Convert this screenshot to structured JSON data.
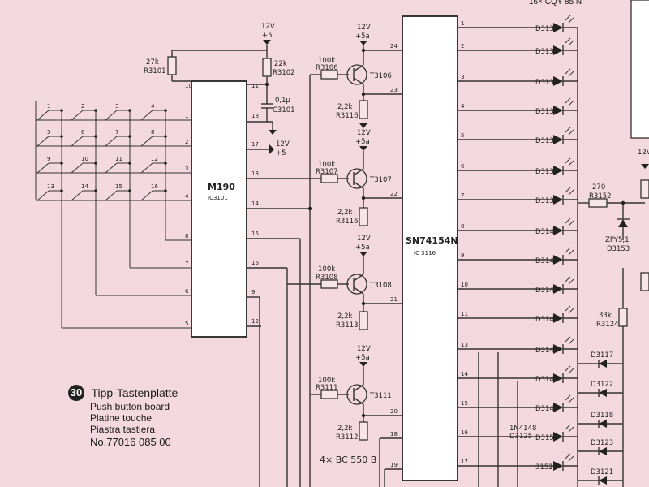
{
  "caption": {
    "number": "30",
    "title": "Tipp-Tastenplatte",
    "en": "Push button board",
    "fr": "Platine touche",
    "it": "Piastra tastiera",
    "part_no": "No.77016 085 00"
  },
  "transistor_note": "4× BC 550 B",
  "led_header": "16× CQY 85 N",
  "supply": {
    "v12": "12V",
    "p5": "+5",
    "p5a": "+5a"
  },
  "ic": {
    "m190_name": "M190",
    "m190_ref": "IC3101",
    "decoder_name": "SN74154N",
    "decoder_ref": "IC 3116"
  },
  "m190_pins": [
    "10",
    "1",
    "2",
    "3",
    "4",
    "8",
    "7",
    "6",
    "5",
    "11",
    "18",
    "17",
    "13",
    "14",
    "15",
    "16",
    "9",
    "12"
  ],
  "decoder_in_pins": [
    "24",
    "23",
    "22",
    "21",
    "20",
    "18",
    "19"
  ],
  "decoder_out_pins": [
    "1",
    "2",
    "3",
    "4",
    "5",
    "6",
    "7",
    "8",
    "9",
    "10",
    "11",
    "13",
    "14",
    "15",
    "16",
    "17"
  ],
  "keys": [
    "1",
    "2",
    "3",
    "4",
    "5",
    "6",
    "7",
    "8",
    "9",
    "10",
    "11",
    "12",
    "13",
    "14",
    "15",
    "16"
  ],
  "resistors": {
    "r3101": {
      "ref": "R3101",
      "val": "27k"
    },
    "r3102": {
      "ref": "R3102",
      "val": "22k"
    },
    "r3106": {
      "ref": "R3106",
      "val": "100k"
    },
    "r3107": {
      "ref": "R3107",
      "val": "100k"
    },
    "r3108": {
      "ref": "R3108",
      "val": "100k"
    },
    "r3111": {
      "ref": "R3111",
      "val": "100k"
    },
    "r3116a": {
      "ref": "R3116",
      "val": "2,2k"
    },
    "r3116b": {
      "ref": "R3116",
      "val": "2,2k"
    },
    "r3113": {
      "ref": "R3113",
      "val": "2,2k"
    },
    "r3112": {
      "ref": "R3112",
      "val": "2,2k"
    },
    "r3152": {
      "ref": "R3152",
      "val": "270"
    },
    "r3124": {
      "ref": "R3124",
      "val": "33k"
    }
  },
  "capacitor": {
    "ref": "C3101",
    "val": "0,1µ"
  },
  "transistors": [
    "T3106",
    "T3107",
    "T3108",
    "T3111"
  ],
  "leds": [
    "D3131",
    "D3132",
    "D3133",
    "D3134",
    "D3136",
    "D3137",
    "D3138",
    "D3141",
    "D3142",
    "D3143",
    "D3144",
    "D3146",
    "D3147",
    "D3148",
    "D3151",
    "3152"
  ],
  "diodes": [
    "D3117",
    "D3122",
    "D3118",
    "D3123",
    "D3121"
  ],
  "diode_1n4148": {
    "type": "1N4148",
    "ref": "D3125"
  },
  "zener": {
    "type": "ZPY5,1",
    "ref": "D3153"
  }
}
